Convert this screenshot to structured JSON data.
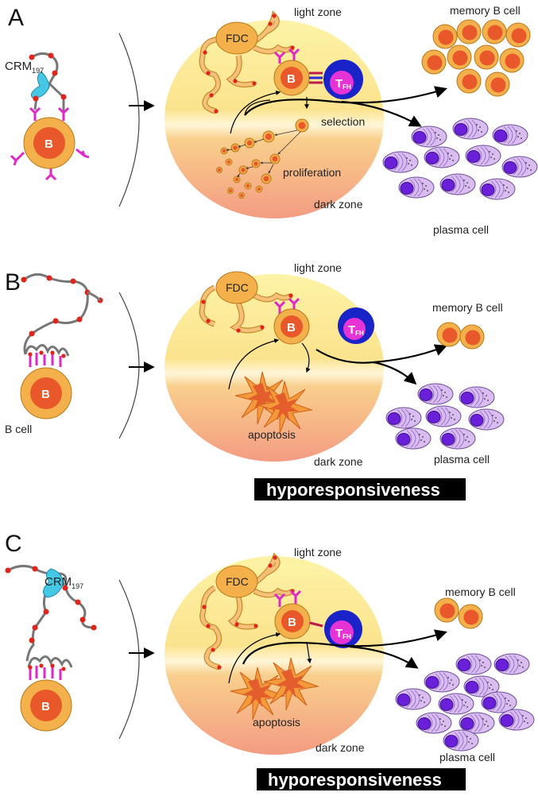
{
  "panels": [
    {
      "letter": "A",
      "antigen_label": "CRM",
      "antigen_sub": "197",
      "cell_B": "B",
      "fdc": "FDC",
      "tfh_main": "T",
      "tfh_sub": "FH",
      "light_zone": "light zone",
      "dark_zone": "dark zone",
      "selection": "selection",
      "proliferation": "proliferation",
      "memory": "memory B cell",
      "plasma": "plasma cell"
    },
    {
      "letter": "B",
      "cell_B": "B",
      "bcell_label": "B cell",
      "fdc": "FDC",
      "tfh_main": "T",
      "tfh_sub": "FH",
      "light_zone": "light zone",
      "dark_zone": "dark zone",
      "apoptosis": "apoptosis",
      "memory": "memory B cell",
      "plasma": "plasma cell",
      "banner": "hyporesponsiveness"
    },
    {
      "letter": "C",
      "antigen_label": "CRM",
      "antigen_sub": "197",
      "cell_B": "B",
      "fdc": "FDC",
      "tfh_main": "T",
      "tfh_sub": "FH",
      "light_zone": "light zone",
      "dark_zone": "dark zone",
      "apoptosis": "apoptosis",
      "memory": "memory B cell",
      "plasma": "plasma cell",
      "banner": "hyporesponsiveness"
    }
  ],
  "colors": {
    "gc_top": "#fbef9a",
    "gc_bottom": "#f6a585",
    "bcell_outer": "#f4b04a",
    "bcell_inner": "#e9582a",
    "tfh_outer": "#1a23c8",
    "tfh_inner": "#e633d6",
    "plasma_fill": "#d6b8ee",
    "plasma_nucleus": "#6a1fd8",
    "receptor": "#e028c8",
    "antigen": "#45c8e6",
    "apoptosis": "#f08a2a",
    "banner": "#000000"
  }
}
